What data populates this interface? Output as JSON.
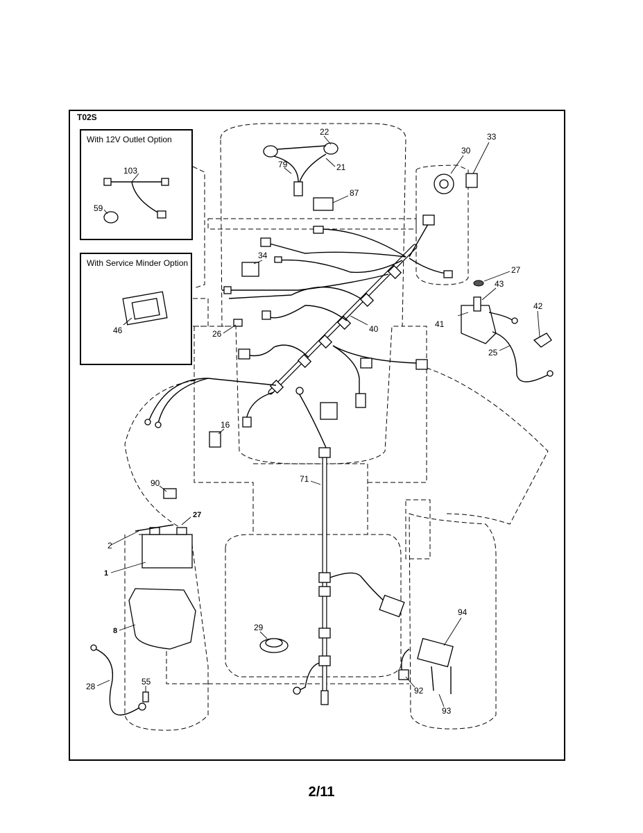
{
  "diagram": {
    "code": "T02S",
    "insets": [
      {
        "title": "With 12V Outlet Option"
      },
      {
        "title": "With Service Minder Option"
      }
    ],
    "callouts": [
      "103",
      "59",
      "46",
      "22",
      "79",
      "21",
      "87",
      "33",
      "30",
      "27",
      "43",
      "42",
      "41",
      "25",
      "34",
      "40",
      "26",
      "16",
      "90",
      "2",
      "1",
      "8",
      "28",
      "55",
      "71",
      "29",
      "94",
      "92",
      "93"
    ]
  },
  "page": {
    "number": "2/11"
  }
}
